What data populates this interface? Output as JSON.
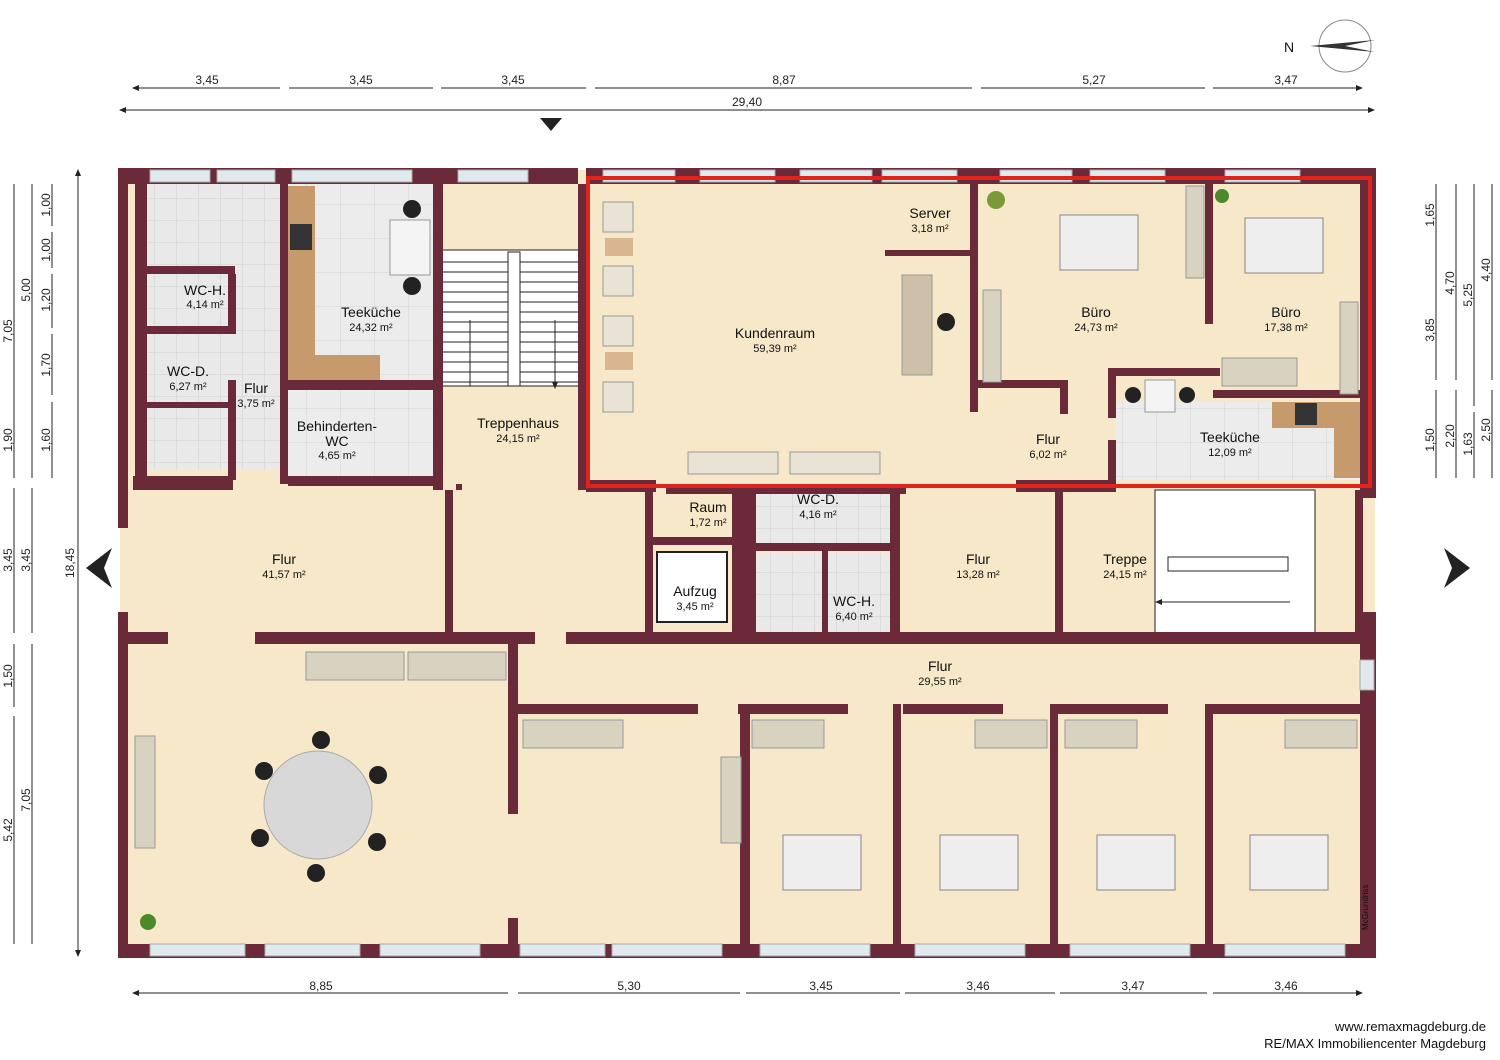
{
  "compass": {
    "label": "N"
  },
  "dims_top": [
    "3,45",
    "3,45",
    "3,45",
    "8,87",
    "5,27",
    "3,47"
  ],
  "dims_top_total": "29,40",
  "dims_bottom": [
    "8,85",
    "5,30",
    "3,45",
    "3,46",
    "3,47",
    "3,46"
  ],
  "dims_left_outer": [
    "7,05",
    "1,90",
    "3,45",
    "1,50",
    "5,42"
  ],
  "dims_left_mid": [
    "5,00",
    "3,45",
    "7,05"
  ],
  "dims_left_inner": [
    "1,00",
    "1,00",
    "1,20",
    "1,70",
    "1,60"
  ],
  "dims_left_total": "18,45",
  "dims_right_inner": [
    "1,65",
    "3,85",
    "1,50"
  ],
  "dims_right_mid": [
    "4,70",
    "2,20"
  ],
  "dims_right_outer": [
    "5,25",
    "1,63"
  ],
  "dims_right_total": [
    "4,40",
    "2,50"
  ],
  "rooms": {
    "wc_h_top": {
      "name": "WC-H.",
      "area": "4,14 m²"
    },
    "wc_d_top": {
      "name": "WC-D.",
      "area": "6,27 m²"
    },
    "flur_small": {
      "name": "Flur",
      "area": "3,75 m²"
    },
    "teekueche_left": {
      "name": "Teeküche",
      "area": "24,32 m²"
    },
    "behinderten": {
      "name1": "Behinderten-",
      "name2": "WC",
      "area": "4,65 m²"
    },
    "treppenhaus": {
      "name": "Treppenhaus",
      "area": "24,15 m²"
    },
    "kundenraum": {
      "name": "Kundenraum",
      "area": "59,39 m²"
    },
    "server": {
      "name": "Server",
      "area": "3,18 m²"
    },
    "buero_1": {
      "name": "Büro",
      "area": "24,73 m²"
    },
    "buero_2": {
      "name": "Büro",
      "area": "17,38 m²"
    },
    "flur_right": {
      "name": "Flur",
      "area": "6,02 m²"
    },
    "teekueche_right": {
      "name": "Teeküche",
      "area": "12,09 m²"
    },
    "flur_left": {
      "name": "Flur",
      "area": "41,57 m²"
    },
    "raum": {
      "name": "Raum",
      "area": "1,72 m²"
    },
    "wc_d_mid": {
      "name": "WC-D.",
      "area": "4,16 m²"
    },
    "aufzug": {
      "name": "Aufzug",
      "area": "3,45 m²"
    },
    "wc_h_mid": {
      "name": "WC-H.",
      "area": "6,40 m²"
    },
    "flur_mid": {
      "name": "Flur",
      "area": "13,28 m²"
    },
    "treppe": {
      "name": "Treppe",
      "area": "24,15 m²"
    },
    "flur_long": {
      "name": "Flur",
      "area": "29,55 m²"
    }
  },
  "footer": {
    "url": "www.remaxmagdeburg.de",
    "company": "RE/MAX Immobiliencenter Magdeburg"
  },
  "watermark": "McGrundriss",
  "colors": {
    "wall": "#6b2a3a",
    "floor": "#f6e8c8",
    "tile": "#e7e7e7",
    "highlight": "#e0241b"
  }
}
